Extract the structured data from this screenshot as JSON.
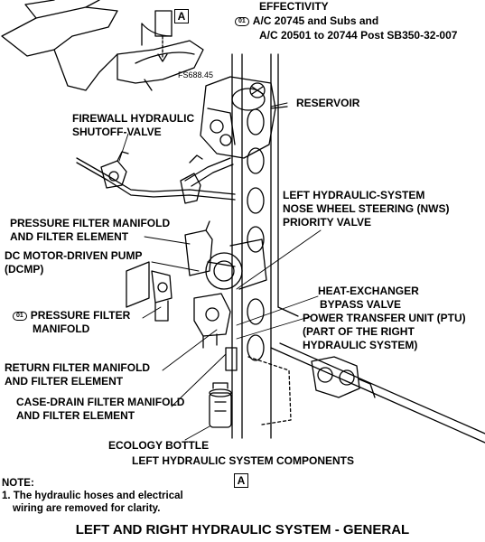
{
  "header": {
    "effectivity_title": "EFFECTIVITY",
    "effectivity_code": "01",
    "effectivity_line1": "A/C 20745 and Subs and",
    "effectivity_line2": "A/C 20501 to 20744 Post SB350-32-007",
    "view_marker": "A",
    "figure_ref": "FS688.45"
  },
  "labels": {
    "reservoir": "RESERVOIR",
    "firewall_valve": [
      "FIREWALL HYDRAULIC",
      "SHUTOFF-VALVE"
    ],
    "pressure_filter_manifold_element": [
      "PRESSURE FILTER MANIFOLD",
      "AND FILTER ELEMENT"
    ],
    "dcmp": [
      "DC MOTOR-DRIVEN PUMP",
      "(DCMP)"
    ],
    "pressure_filter_manifold_code": "01",
    "pressure_filter_manifold": [
      "PRESSURE FILTER",
      "MANIFOLD"
    ],
    "nws_priority_valve": [
      "LEFT HYDRAULIC-SYSTEM",
      "NOSE WHEEL STEERING (NWS)",
      "PRIORITY VALVE"
    ],
    "heat_exchanger_valve": [
      "HEAT-EXCHANGER",
      "BYPASS VALVE"
    ],
    "ptu": [
      "POWER TRANSFER UNIT (PTU)",
      "(PART OF THE RIGHT",
      "HYDRAULIC SYSTEM)"
    ],
    "return_filter": [
      "RETURN FILTER MANIFOLD",
      "AND FILTER ELEMENT"
    ],
    "case_drain_filter": [
      "CASE-DRAIN FILTER MANIFOLD",
      "AND FILTER ELEMENT"
    ],
    "ecology_bottle": "ECOLOGY BOTTLE",
    "components_caption": "LEFT HYDRAULIC SYSTEM COMPONENTS",
    "view_marker_bottom": "A"
  },
  "note": {
    "heading": "NOTE:",
    "line1": "1. The hydraulic hoses and electrical",
    "line2": "wiring are removed for clarity."
  },
  "title": "LEFT AND RIGHT HYDRAULIC SYSTEM - GENERAL"
}
